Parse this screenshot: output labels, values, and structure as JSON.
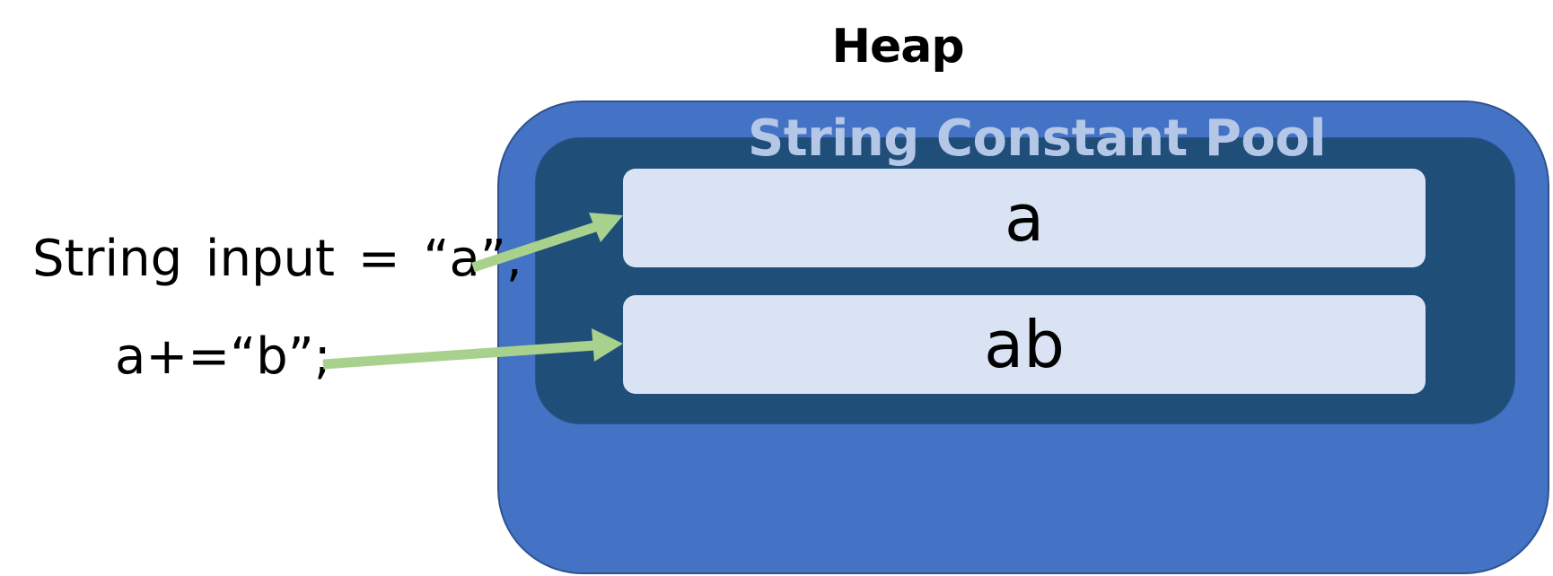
{
  "heap": {
    "title": "Heap",
    "fill_color": "#4472c4"
  },
  "pool": {
    "title": "String Constant Pool",
    "fill_color": "#1f4e79",
    "title_color": "#b4c7e7"
  },
  "entries": [
    {
      "value": "a"
    },
    {
      "value": "ab"
    }
  ],
  "code": [
    {
      "text": "String input = “a”;"
    },
    {
      "text": "a+=“b”;"
    }
  ],
  "arrow_color": "#a9d18e",
  "arrows": [
    {
      "from": "code.0",
      "to": "entries.0"
    },
    {
      "from": "code.1",
      "to": "entries.1"
    }
  ]
}
